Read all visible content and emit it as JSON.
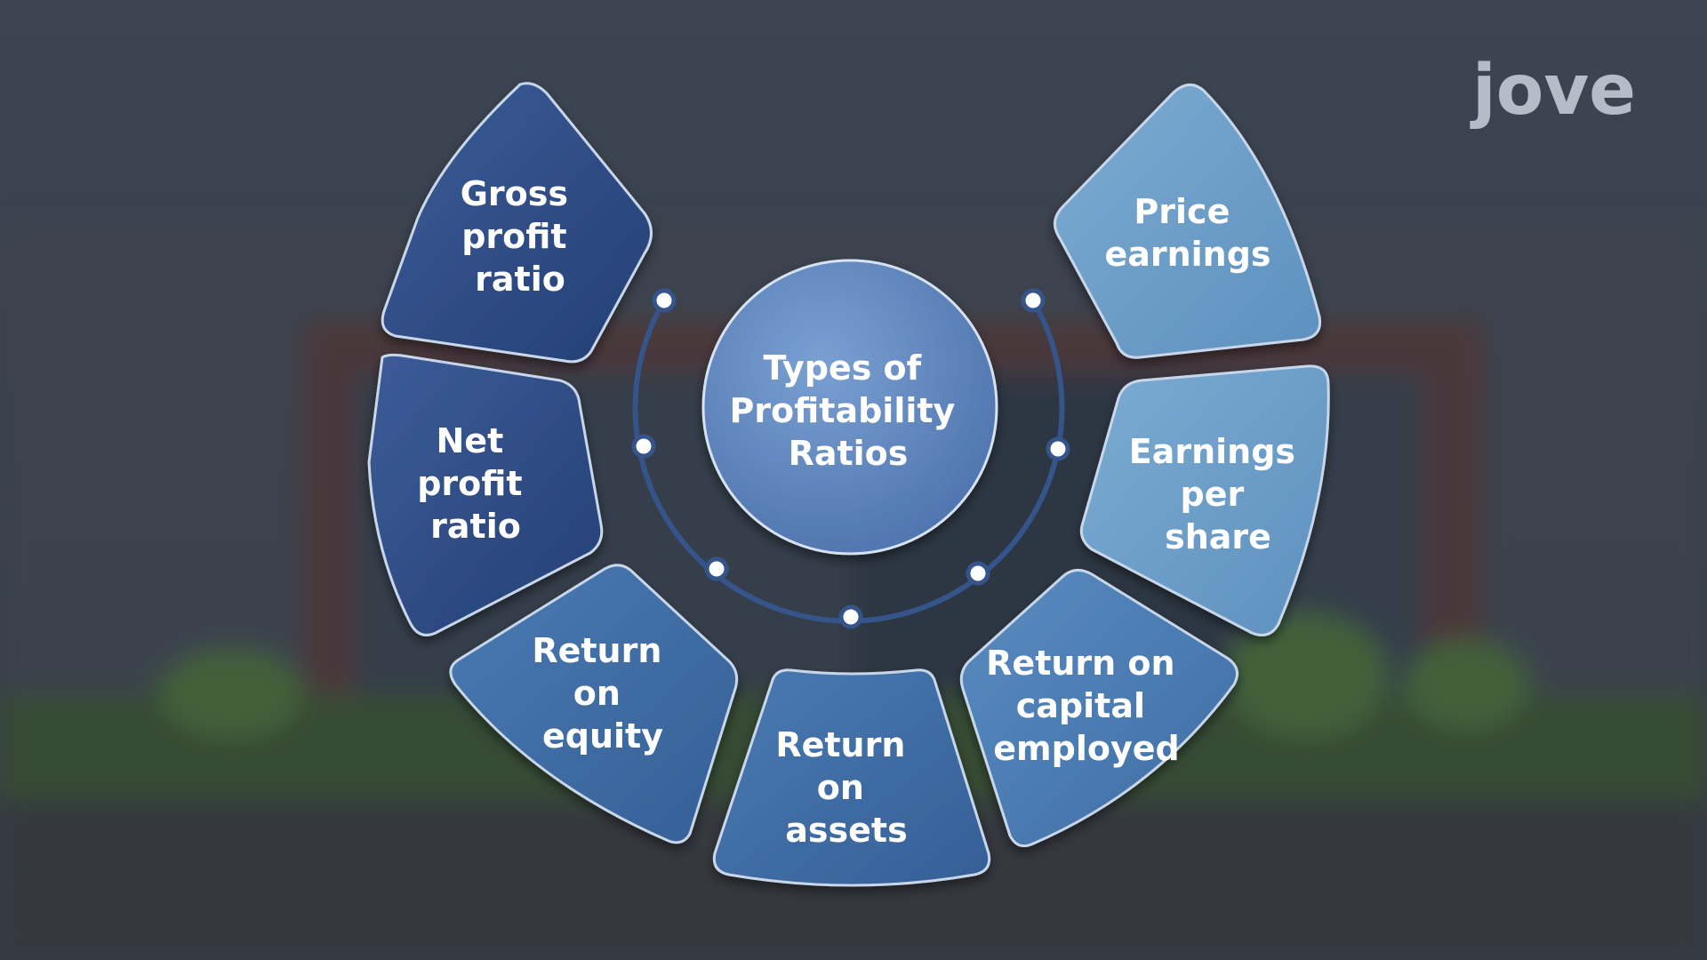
{
  "center": {
    "lines": [
      "Types of",
      "Profitability",
      "Ratios"
    ]
  },
  "segments": [
    {
      "id": "gross-profit-ratio",
      "lines": [
        "Gross",
        "profit",
        "ratio"
      ]
    },
    {
      "id": "net-profit-ratio",
      "lines": [
        "Net",
        "profit",
        "ratio"
      ]
    },
    {
      "id": "return-on-equity",
      "lines": [
        "Return",
        "on",
        "equity"
      ]
    },
    {
      "id": "return-on-assets",
      "lines": [
        "Return",
        "on",
        "assets"
      ]
    },
    {
      "id": "return-on-capital-employed",
      "lines": [
        "Return on",
        "capital",
        "employed"
      ]
    },
    {
      "id": "earnings-per-share",
      "lines": [
        "Earnings",
        "per",
        "share"
      ]
    },
    {
      "id": "price-earnings",
      "lines": [
        "Price",
        "earnings"
      ]
    }
  ],
  "logo": {
    "text": "jove"
  },
  "colors": {
    "dark_segment": "#2e4a82",
    "mid_segment": "#3f6ca4",
    "light_segment": "#6f9fc8",
    "center": "#5f86c0",
    "ring": "#3b5a8c",
    "background": "#3d4550"
  }
}
